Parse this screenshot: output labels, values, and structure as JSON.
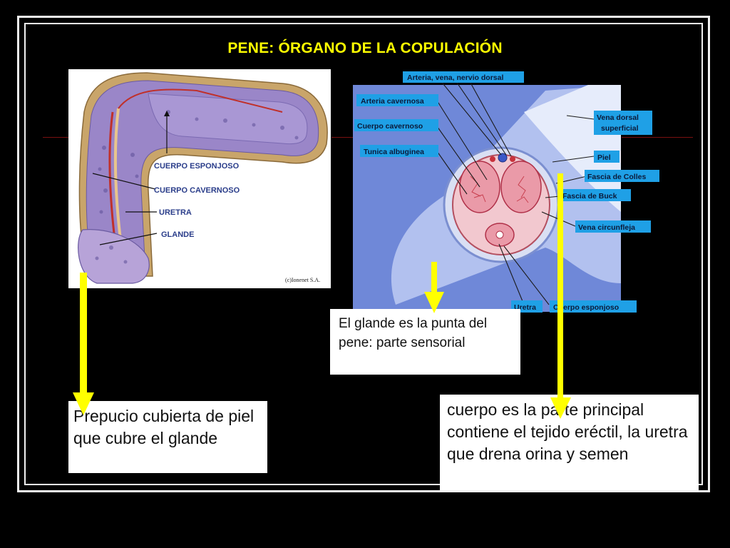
{
  "slide": {
    "title": "PENE: ÓRGANO DE LA COPULACIÓN",
    "accent_color": "#ffff00",
    "background_color": "#000000"
  },
  "left_diagram": {
    "labels": [
      "CUERPO ESPONJOSO",
      "CUERPO CAVERNOSO",
      "URETRA",
      "GLANDE"
    ],
    "credit": "(c)Ionenet S.A."
  },
  "right_diagram": {
    "labels": {
      "arteria_vena_nervio_dorsal": "Arteria, vena, nervio dorsal",
      "arteria_cavernosa": "Arteria cavernosa",
      "cuerpo_cavernoso": "Cuerpo cavernoso",
      "tunica_albuginea": "Tunica albuginea",
      "vena_dorsal_superficial": "Vena dorsal superficial",
      "piel": "Piel",
      "fascia_colles": "Fascia de Colles",
      "fascia_buck": "Fascia de Buck",
      "vena_circunfleja": "Vena circunfleja",
      "uretra": "Uretra",
      "cuerpo_esponjoso": "Cuerpo esponjoso"
    },
    "label_color": "#1fa0e6"
  },
  "callouts": {
    "glande": "El glande es la punta del pene: parte sensorial",
    "prepucio": "Prepucio cubierta de piel que cubre el glande",
    "cuerpo": "cuerpo es la parte principal contiene el tejido eréctil, la uretra que drena orina y semen"
  }
}
